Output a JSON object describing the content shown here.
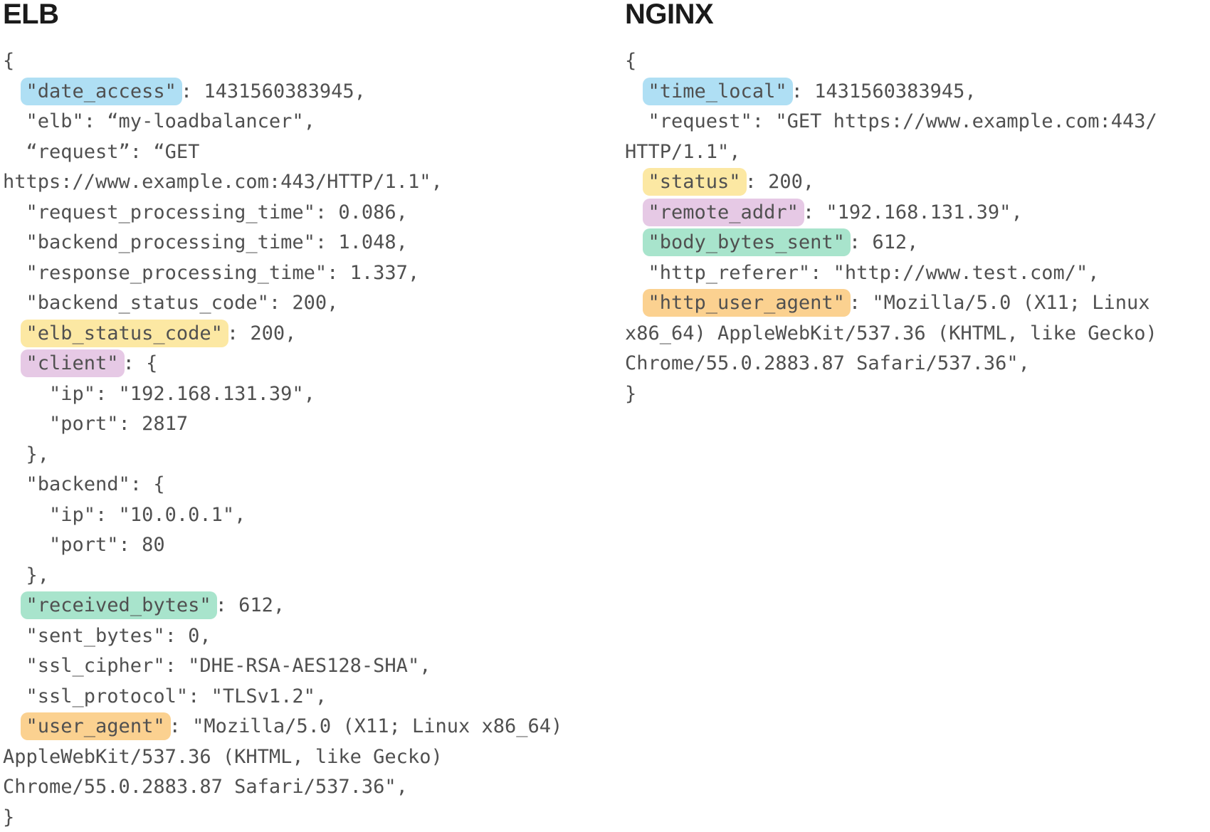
{
  "page": {
    "background": "#ffffff",
    "text_color": "#505050",
    "title_color": "#1b1b1b"
  },
  "highlight_colors": {
    "blue": "#afdff4",
    "yellow": "#fce8a3",
    "purple": "#e6c9e5",
    "green": "#a8e4cc",
    "orange": "#fbd190"
  },
  "blocks": [
    {
      "id": "elb",
      "title": "ELB",
      "lines": [
        {
          "segments": [
            {
              "text": "{"
            }
          ]
        },
        {
          "segments": [
            {
              "text": "  "
            },
            {
              "text": "\"date_access\"",
              "highlight": "blue"
            },
            {
              "text": ": 1431560383945,"
            }
          ]
        },
        {
          "segments": [
            {
              "text": "  \"elb\": “my-loadbalancer\","
            }
          ]
        },
        {
          "segments": [
            {
              "text": "  “request”: “GET"
            }
          ]
        },
        {
          "segments": [
            {
              "text": "https://www.example.com:443/HTTP/1.1\","
            }
          ]
        },
        {
          "segments": [
            {
              "text": "  \"request_processing_time\": 0.086,"
            }
          ]
        },
        {
          "segments": [
            {
              "text": "  \"backend_processing_time\": 1.048,"
            }
          ]
        },
        {
          "segments": [
            {
              "text": "  \"response_processing_time\": 1.337,"
            }
          ]
        },
        {
          "segments": [
            {
              "text": "  \"backend_status_code\": 200,"
            }
          ]
        },
        {
          "segments": [
            {
              "text": "  "
            },
            {
              "text": "\"elb_status_code\"",
              "highlight": "yellow"
            },
            {
              "text": ": 200,"
            }
          ]
        },
        {
          "segments": [
            {
              "text": "  "
            },
            {
              "text": "\"client\"",
              "highlight": "purple"
            },
            {
              "text": ": {"
            }
          ]
        },
        {
          "segments": [
            {
              "text": "    \"ip\": \"192.168.131.39\","
            }
          ]
        },
        {
          "segments": [
            {
              "text": "    \"port\": 2817"
            }
          ]
        },
        {
          "segments": [
            {
              "text": "  },"
            }
          ]
        },
        {
          "segments": [
            {
              "text": "  \"backend\": {"
            }
          ]
        },
        {
          "segments": [
            {
              "text": "    \"ip\": \"10.0.0.1\","
            }
          ]
        },
        {
          "segments": [
            {
              "text": "    \"port\": 80"
            }
          ]
        },
        {
          "segments": [
            {
              "text": "  },"
            }
          ]
        },
        {
          "segments": [
            {
              "text": "  "
            },
            {
              "text": "\"received_bytes\"",
              "highlight": "green"
            },
            {
              "text": ": 612,"
            }
          ]
        },
        {
          "segments": [
            {
              "text": "  \"sent_bytes\": 0,"
            }
          ]
        },
        {
          "segments": [
            {
              "text": "  \"ssl_cipher\": \"DHE-RSA-AES128-SHA\","
            }
          ]
        },
        {
          "segments": [
            {
              "text": "  \"ssl_protocol\": \"TLSv1.2\","
            }
          ]
        },
        {
          "segments": [
            {
              "text": "  "
            },
            {
              "text": "\"user_agent\"",
              "highlight": "orange"
            },
            {
              "text": ": \"Mozilla/5.0 (X11; Linux x86_64)"
            }
          ]
        },
        {
          "segments": [
            {
              "text": "AppleWebKit/537.36 (KHTML, like Gecko)"
            }
          ]
        },
        {
          "segments": [
            {
              "text": "Chrome/55.0.2883.87 Safari/537.36\","
            }
          ]
        },
        {
          "segments": [
            {
              "text": "}"
            }
          ]
        }
      ]
    },
    {
      "id": "nginx",
      "title": "NGINX",
      "lines": [
        {
          "segments": [
            {
              "text": "{"
            }
          ]
        },
        {
          "segments": [
            {
              "text": "  "
            },
            {
              "text": "\"time_local\"",
              "highlight": "blue"
            },
            {
              "text": ": 1431560383945,"
            }
          ]
        },
        {
          "segments": [
            {
              "text": "  \"request\": \"GET https://www.example.com:443/"
            }
          ]
        },
        {
          "segments": [
            {
              "text": "HTTP/1.1\","
            }
          ]
        },
        {
          "segments": [
            {
              "text": "  "
            },
            {
              "text": "\"status\"",
              "highlight": "yellow"
            },
            {
              "text": ": 200,"
            }
          ]
        },
        {
          "segments": [
            {
              "text": "  "
            },
            {
              "text": "\"remote_addr\"",
              "highlight": "purple"
            },
            {
              "text": ": \"192.168.131.39\","
            }
          ]
        },
        {
          "segments": [
            {
              "text": "  "
            },
            {
              "text": "\"body_bytes_sent\"",
              "highlight": "green"
            },
            {
              "text": ": 612,"
            }
          ]
        },
        {
          "segments": [
            {
              "text": "  \"http_referer\": \"http://www.test.com/\","
            }
          ]
        },
        {
          "segments": [
            {
              "text": "  "
            },
            {
              "text": "\"http_user_agent\"",
              "highlight": "orange"
            },
            {
              "text": ": \"Mozilla/5.0 (X11; Linux"
            }
          ]
        },
        {
          "segments": [
            {
              "text": "x86_64) AppleWebKit/537.36 (KHTML, like Gecko)"
            }
          ]
        },
        {
          "segments": [
            {
              "text": "Chrome/55.0.2883.87 Safari/537.36\","
            }
          ]
        },
        {
          "segments": [
            {
              "text": "}"
            }
          ]
        }
      ]
    }
  ]
}
